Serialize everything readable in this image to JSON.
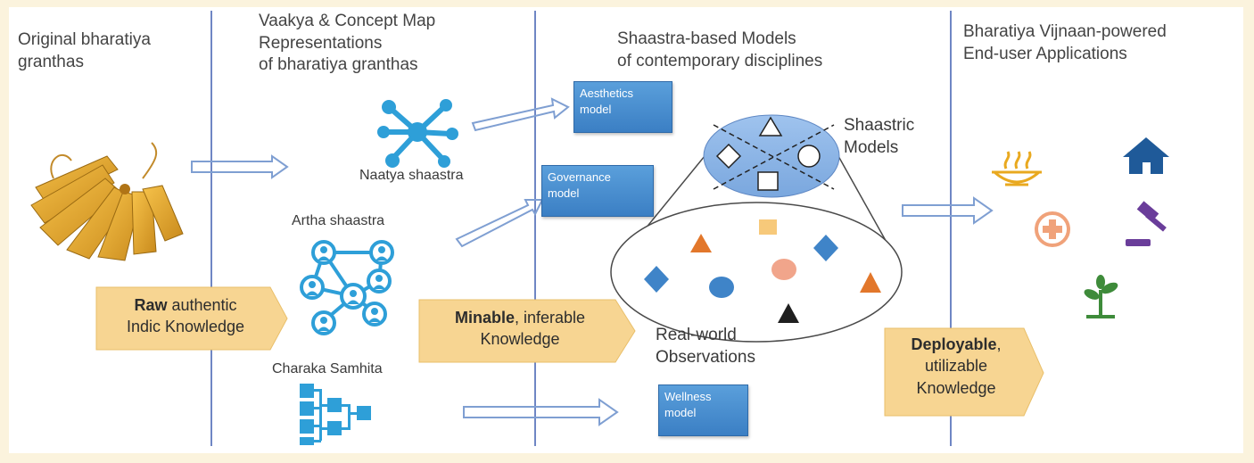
{
  "columns": {
    "c1": "Original bharatiya\ngranthas",
    "c2": "Vaakya & Concept Map\nRepresentations\nof bharatiya granthas",
    "c3": "Shaastra-based Models\nof contemporary disciplines",
    "c4": "Bharatiya Vijnaan-powered\nEnd-user Applications"
  },
  "texts": {
    "naatya": "Naatya shaastra",
    "artha": "Artha shaastra",
    "charaka": "Charaka Samhita",
    "shaastric_models": "Shaastric\nModels",
    "real_world": "Real-world\nObservations"
  },
  "models": {
    "aesthetics": "Aesthetics\nmodel",
    "governance": "Governance\nmodel",
    "wellness": "Wellness\nmodel"
  },
  "callouts": {
    "raw_bold": "Raw",
    "raw_rest1": " authentic",
    "raw_line2": "Indic Knowledge",
    "minable_bold": "Minable",
    "minable_rest1": ", inferable",
    "minable_line2": "Knowledge",
    "deploy_bold": "Deployable",
    "deploy_rest1": ",",
    "deploy_line2": "utilizable",
    "deploy_line3": "Knowledge"
  },
  "colors": {
    "divider": "#6f86c4",
    "model_blue": "#3b7fc4",
    "callout_fill": "#f7d592",
    "network_blue": "#2e9fd8",
    "icon_navy": "#1f5a99",
    "icon_purple": "#6a3d9a",
    "icon_orange": "#f0a27a",
    "icon_green": "#3e8b3a"
  },
  "icons": [
    "palm-leaf-manuscript-icon",
    "star-network-icon",
    "people-network-icon",
    "hierarchy-tree-icon",
    "food-bowl-icon",
    "home-icon",
    "medical-cross-icon",
    "gavel-icon",
    "plant-icon"
  ]
}
